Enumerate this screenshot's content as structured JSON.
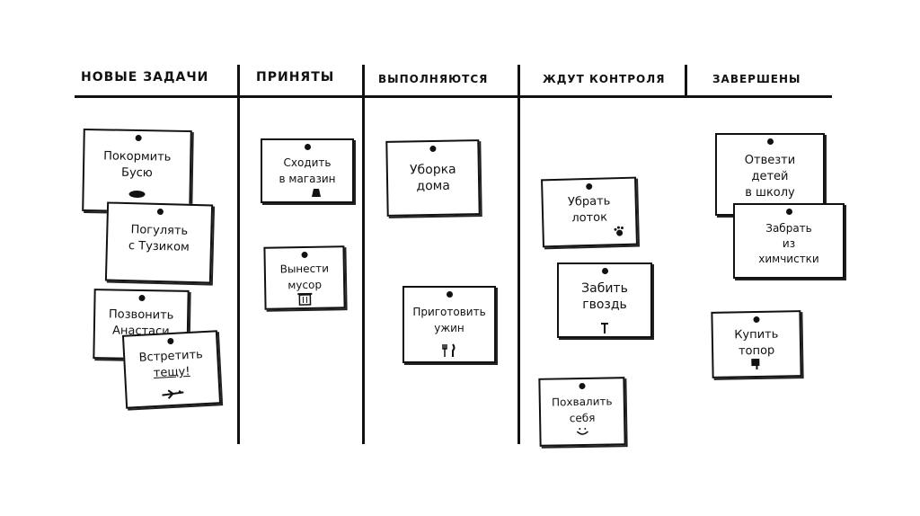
{
  "columns": [
    {
      "title": "НОВЫЕ ЗАДАЧИ"
    },
    {
      "title": "ПРИНЯТЫ"
    },
    {
      "title": "ВЫПОЛНЯЮТСЯ"
    },
    {
      "title": "ЖДУТ КОНТРОЛЯ"
    },
    {
      "title": "ЗАВЕРШЕНЫ"
    }
  ],
  "notes": {
    "new": [
      {
        "lines": [
          "Покормить",
          "Бусю"
        ],
        "icon": "bowl-icon"
      },
      {
        "lines": [
          "Погулять",
          "с Тузиком"
        ]
      },
      {
        "lines": [
          "Позвонить",
          "Анастаси"
        ]
      },
      {
        "lines": [
          "Встретить",
          "тещу!"
        ],
        "icon": "plane-icon"
      }
    ],
    "accepted": [
      {
        "lines": [
          "Сходить",
          "в магазин"
        ],
        "icon": "bag-icon"
      },
      {
        "lines": [
          "Вынести",
          "мусор"
        ],
        "icon": "trash-icon"
      }
    ],
    "in_progress": [
      {
        "lines": [
          "Уборка",
          "дома"
        ]
      },
      {
        "lines": [
          "Приготовить",
          "ужин"
        ],
        "icon": "fork-knife-icon"
      }
    ],
    "review": [
      {
        "lines": [
          "Убрать",
          "лоток"
        ],
        "icon": "paw-icon"
      },
      {
        "lines": [
          "Забить",
          "гвоздь"
        ],
        "icon": "nail-icon"
      },
      {
        "lines": [
          "Похвалить",
          "себя"
        ],
        "icon": "smile-icon"
      }
    ],
    "done": [
      {
        "lines": [
          "Отвезти",
          "детей",
          "в школу"
        ]
      },
      {
        "lines": [
          "Забрать",
          "из",
          "химчистки"
        ]
      },
      {
        "lines": [
          "Купить",
          "топор"
        ],
        "icon": "axe-icon"
      }
    ]
  }
}
